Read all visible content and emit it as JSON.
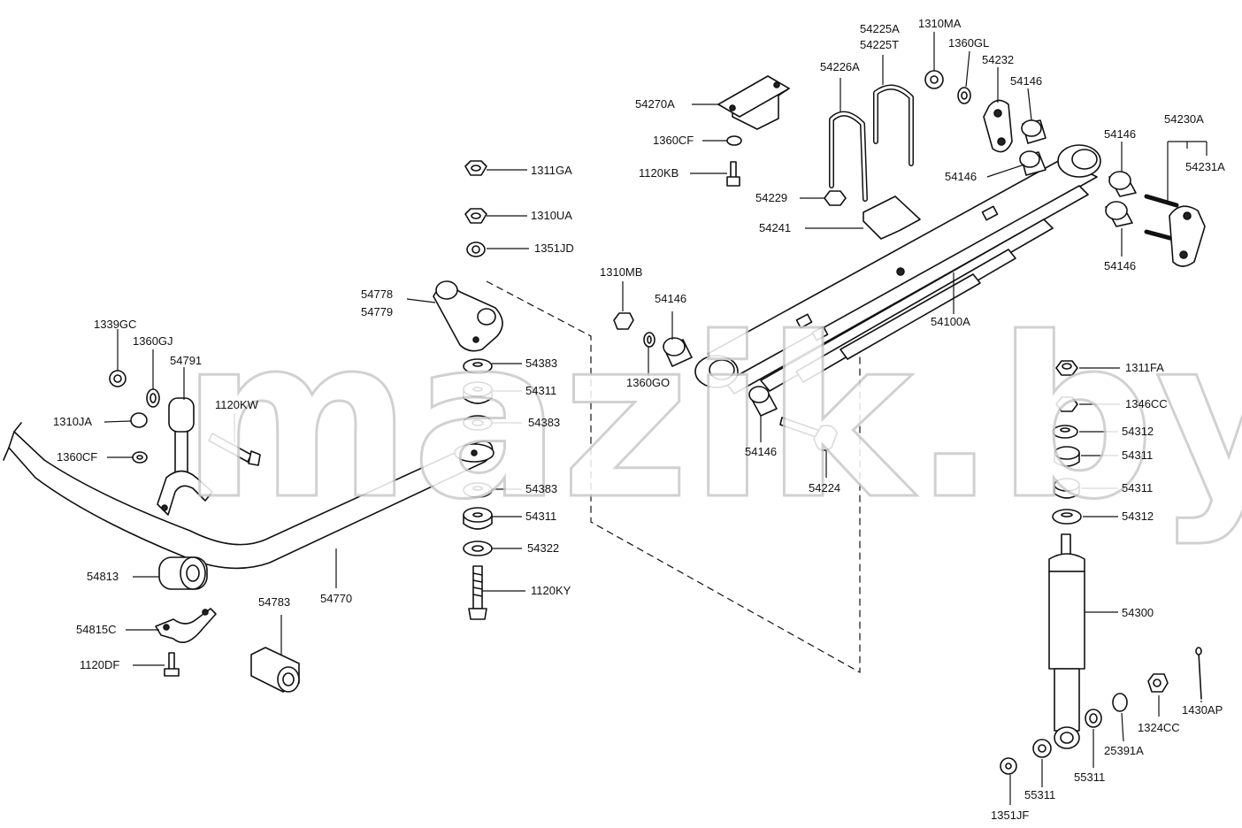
{
  "watermark": "mazik.by",
  "labels": {
    "p1311GA": "1311GA",
    "p1310UA": "1310UA",
    "p1351JD": "1351JD",
    "p54778": "54778",
    "p54779": "54779",
    "p1339GC": "1339GC",
    "p1360GJ": "1360GJ",
    "p54791": "54791",
    "p1120KW": "1120KW",
    "p1310JA": "1310JA",
    "p1360CF_left": "1360CF",
    "p54383_a": "54383",
    "p54311_a": "54311",
    "p54383_b": "54383",
    "p54383_c": "54383",
    "p54311_b": "54311",
    "p54322": "54322",
    "p1120KY": "1120KY",
    "p54770": "54770",
    "p54783": "54783",
    "p54813": "54813",
    "p54815C": "54815C",
    "p1120DF": "1120DF",
    "p1310MB": "1310MB",
    "p54146_mid": "54146",
    "p1360GO": "1360GO",
    "p54270A": "54270A",
    "p1360CF_top": "1360CF",
    "p1120KB": "1120KB",
    "p54226A": "54226A",
    "p54225A": "54225A",
    "p54225T": "54225T",
    "p1310MA": "1310MA",
    "p1360GL": "1360GL",
    "p54232": "54232",
    "p54146_top1": "54146",
    "p54146_top2": "54146",
    "p54229": "54229",
    "p54241": "54241",
    "p54146_right1": "54146",
    "p54230A": "54230A",
    "p54231A": "54231A",
    "p54146_right2": "54146",
    "p54100A": "54100A",
    "p54146_low": "54146",
    "p54224": "54224",
    "p1311FA": "1311FA",
    "p1346CC": "1346CC",
    "p54312_a": "54312",
    "p54311_c": "54311",
    "p54311_d": "54311",
    "p54312_b": "54312",
    "p54300": "54300",
    "p1430AP": "1430AP",
    "p1324CC": "1324CC",
    "p25391A": "25391A",
    "p55311_a": "55311",
    "p55311_b": "55311",
    "p1351JF": "1351JF"
  }
}
